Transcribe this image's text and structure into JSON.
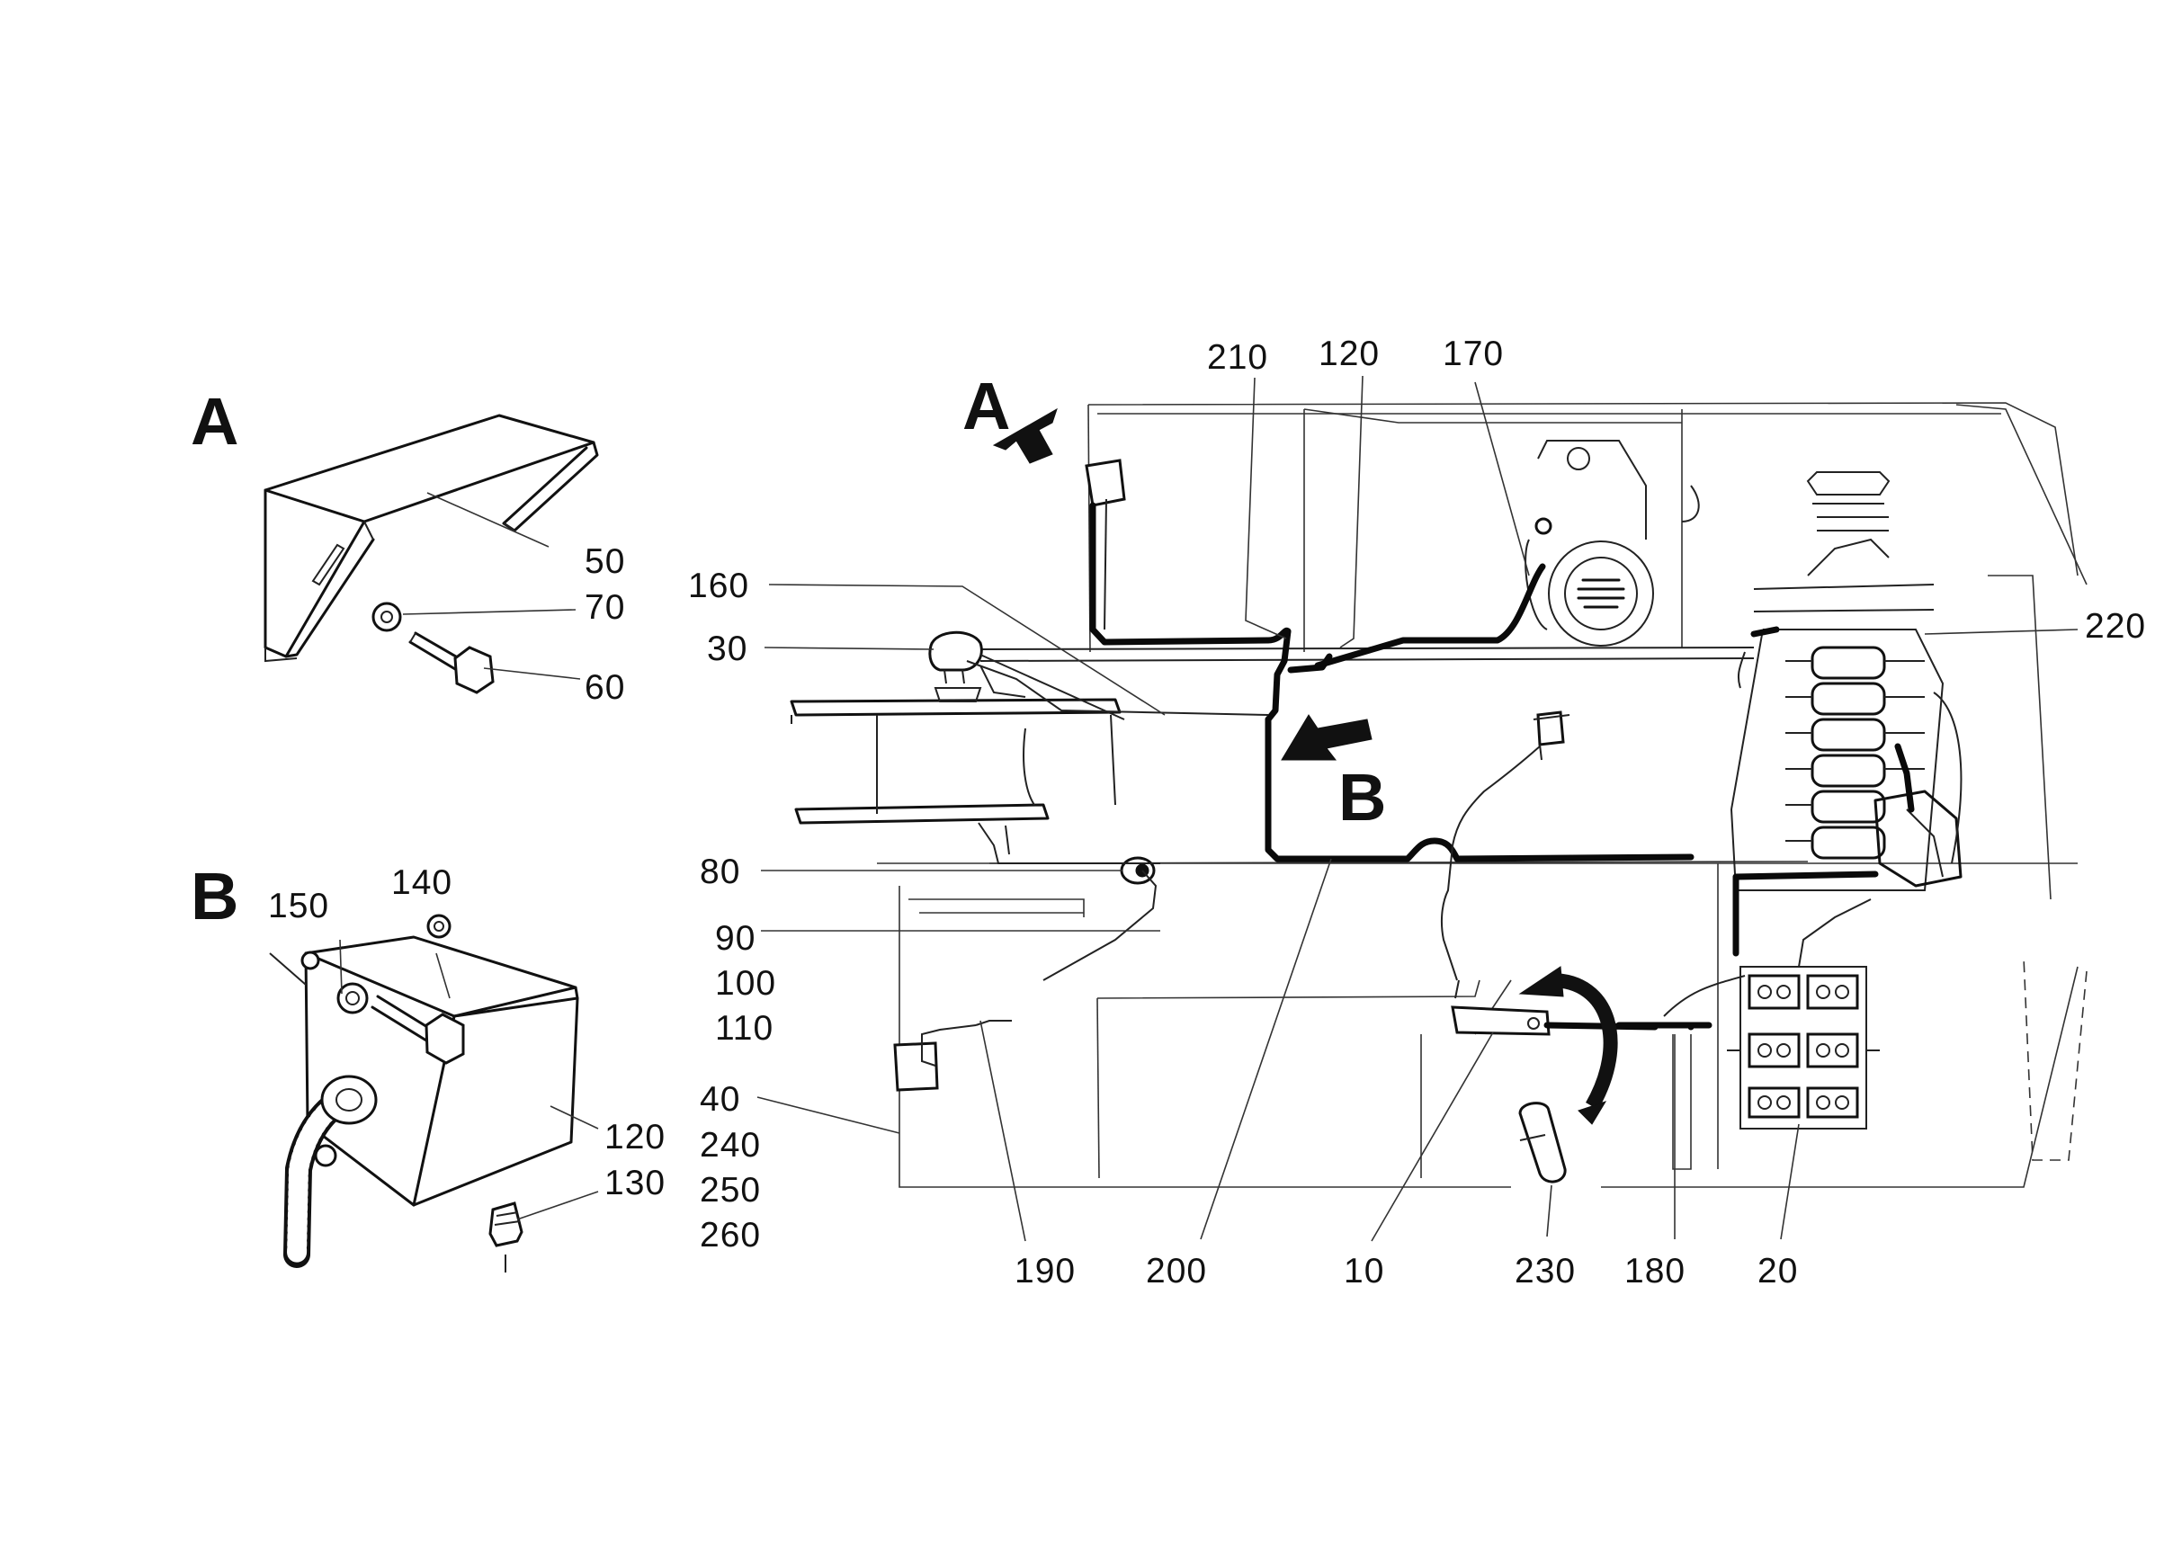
{
  "views": {
    "detail_a": "A",
    "detail_b": "B",
    "main_arrow_a": "A",
    "main_arrow_b": "B"
  },
  "callouts": {
    "c10": "10",
    "c20": "20",
    "c30": "30",
    "c40": "40",
    "c50": "50",
    "c60": "60",
    "c70": "70",
    "c80": "80",
    "c90": "90",
    "c100": "100",
    "c110": "110",
    "c120_detail": "120",
    "c120_main": "120",
    "c130": "130",
    "c140": "140",
    "c150": "150",
    "c160": "160",
    "c170": "170",
    "c180": "180",
    "c190": "190",
    "c200": "200",
    "c210": "210",
    "c220": "220",
    "c230": "230",
    "c240": "240",
    "c250": "250",
    "c260": "260"
  }
}
